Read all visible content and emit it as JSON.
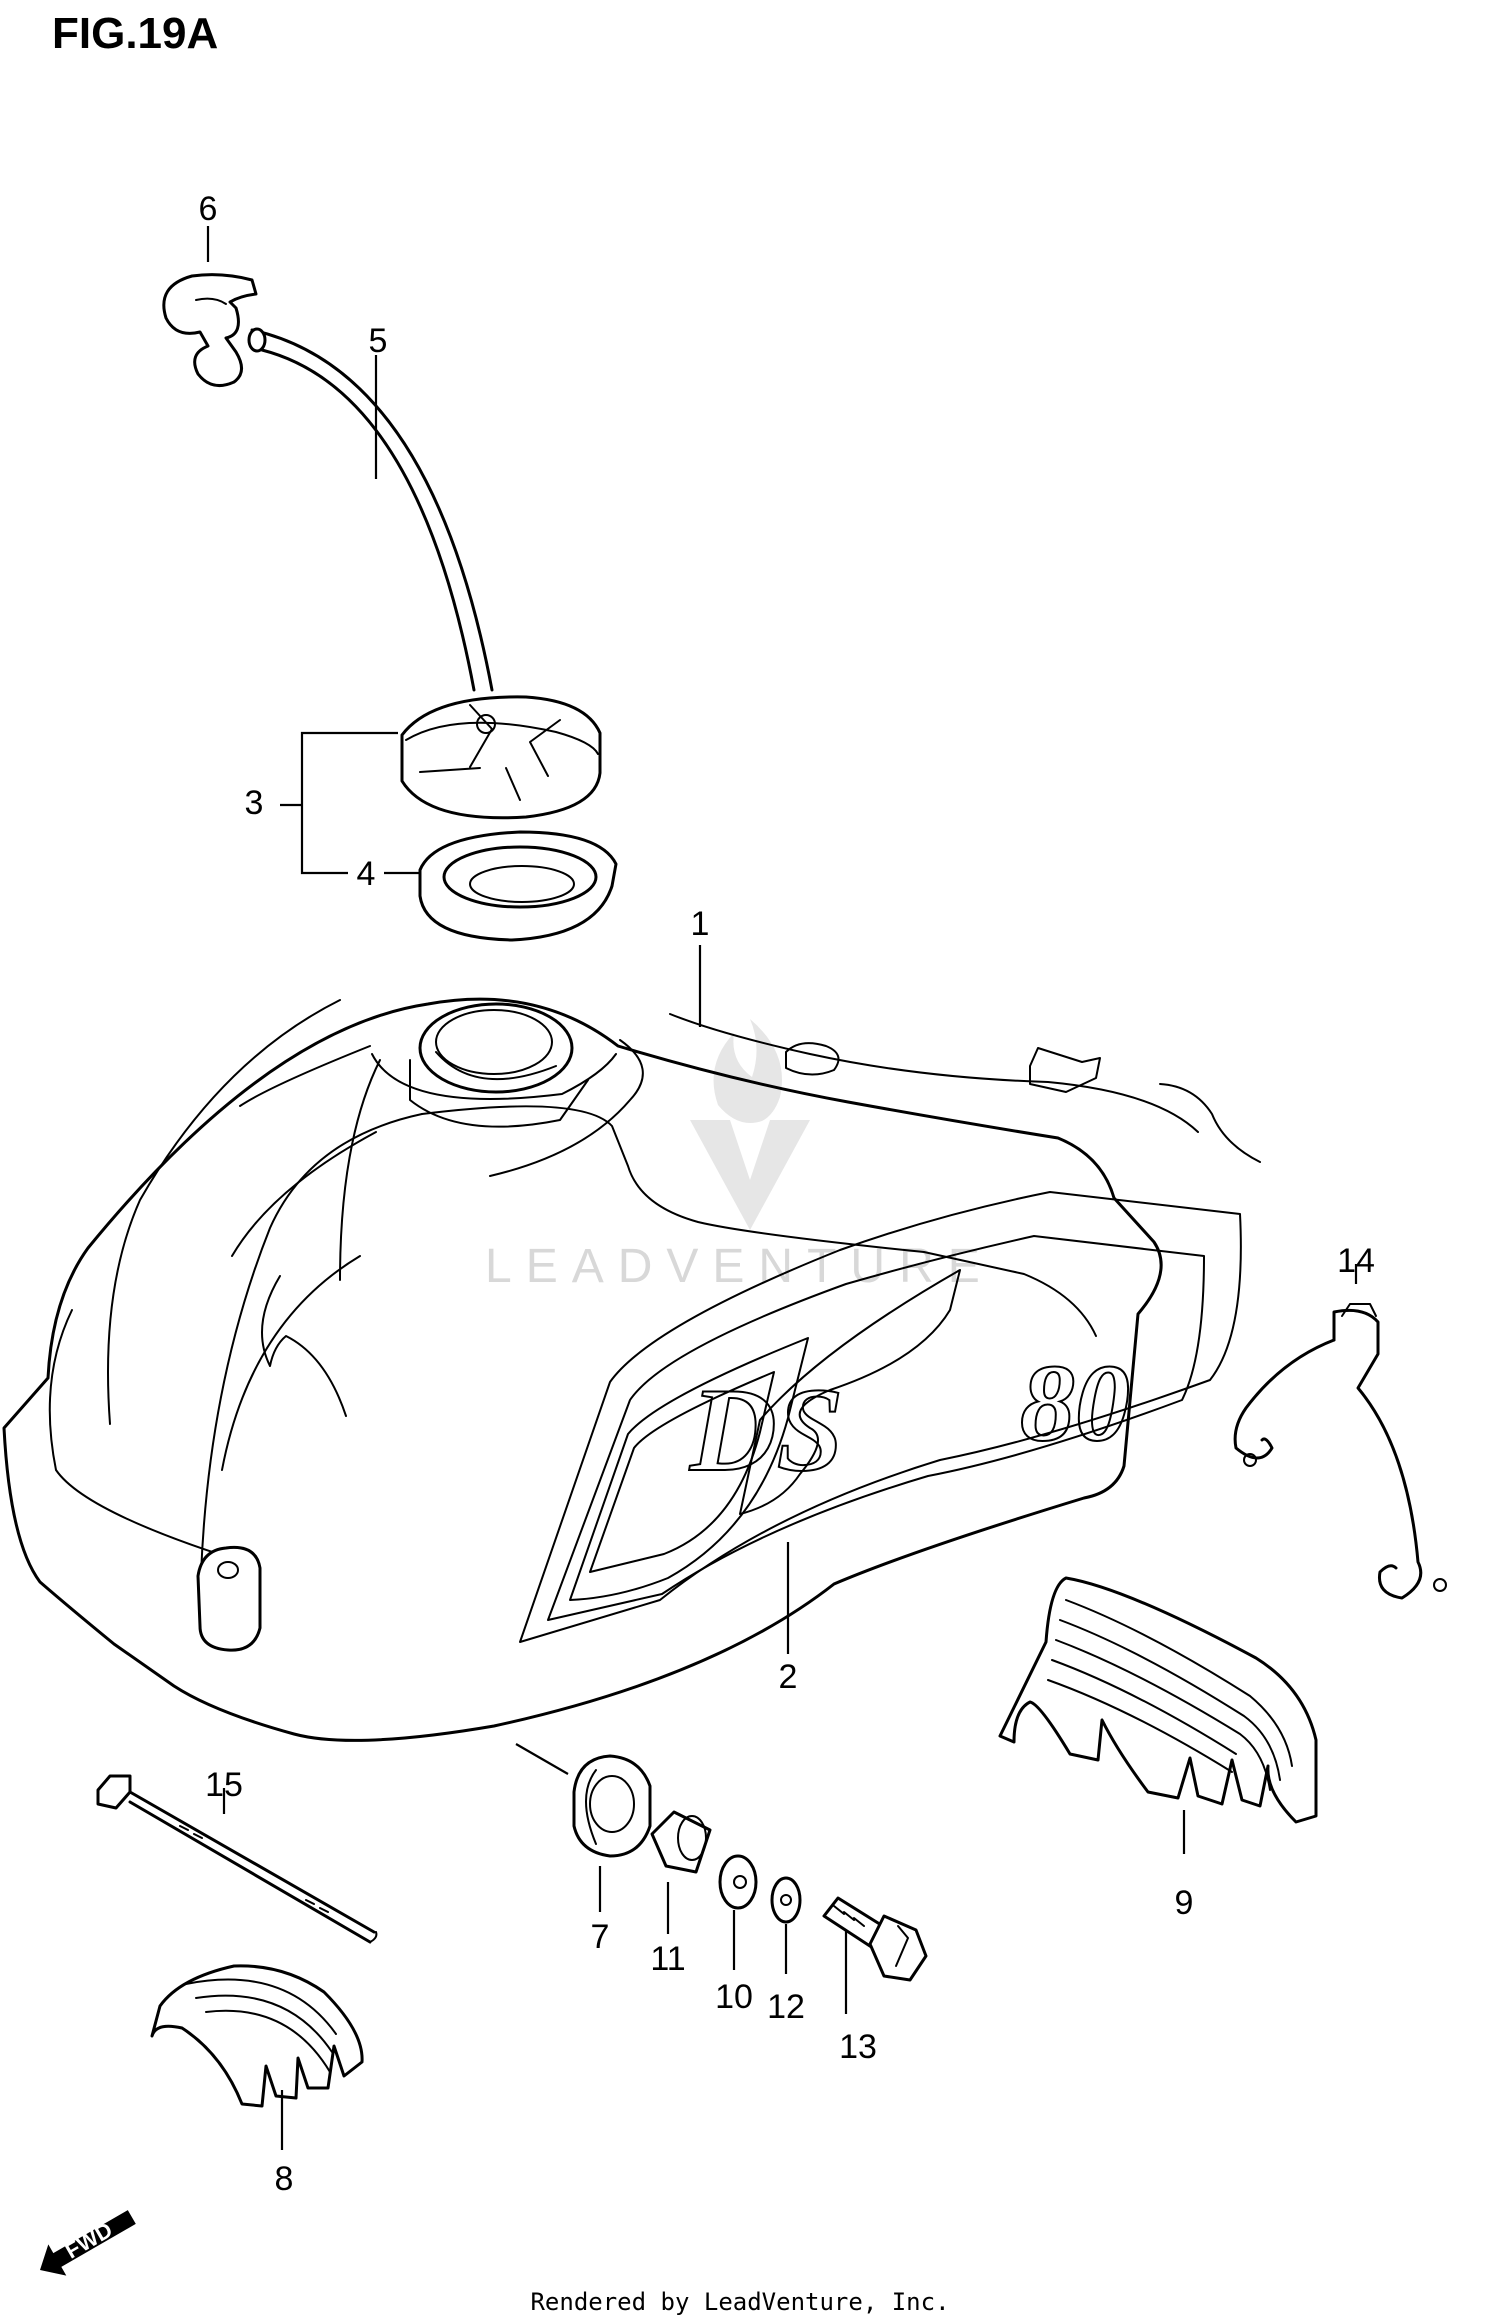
{
  "figure_title": "FIG.19A",
  "watermark_text": "LEADVENTURE",
  "footer_text": "Rendered by LeadVenture, Inc.",
  "fwd_label": "FWD",
  "callouts": {
    "c1": "1",
    "c2": "2",
    "c3": "3",
    "c4": "4",
    "c5": "5",
    "c6": "6",
    "c7": "7",
    "c8": "8",
    "c9": "9",
    "c10": "10",
    "c11": "11",
    "c12": "12",
    "c13": "13",
    "c14": "14",
    "c15": "15"
  },
  "tank_decal": {
    "model": "DS",
    "size": "80"
  },
  "colors": {
    "line": "#000000",
    "background": "#ffffff",
    "watermark": "#d8d8d8"
  }
}
